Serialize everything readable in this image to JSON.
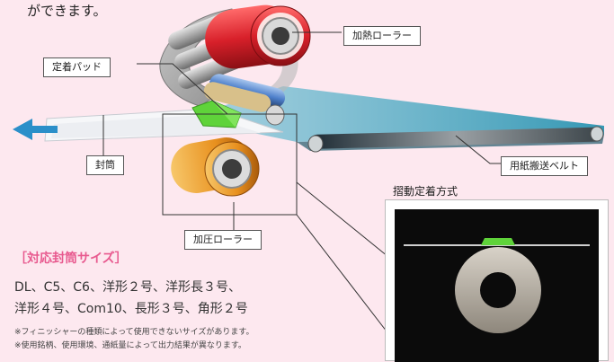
{
  "intro_text": "ができます。",
  "labels": {
    "heat_roller": "加熱ローラー",
    "fixing_pad": "定着パッド",
    "envelope": "封筒",
    "belt": "用紙搬送ベルト",
    "pressure_roller": "加圧ローラー"
  },
  "compatible": {
    "title": "［対応封筒サイズ］",
    "line1": "DL、C5、C6、洋形２号、洋形長３号、",
    "line2": "洋形４号、Com10、長形３号、角形２号"
  },
  "notes": [
    "※フィニッシャーの種類によって使用できないサイズがあります。",
    "※使用銘柄、使用環境、通紙量によって出力結果が異なります。"
  ],
  "method": {
    "title": "摺動定着方式"
  },
  "colors": {
    "accent": "#e85a8f",
    "background": "#fde8ef",
    "heat_roller": "#d8202a",
    "pressure_roller": "#e8901e",
    "pad": "#5fd33a",
    "belt": "#2b97b5",
    "arrow": "#2b8fc9"
  }
}
